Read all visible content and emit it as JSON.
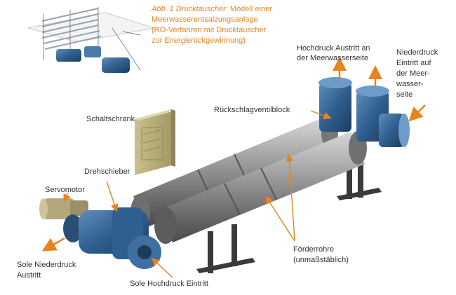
{
  "caption": {
    "title": "Abb. 1 Drucktauscher:",
    "lines": [
      "Modell einer",
      "Meerwasserentsalzungsanlage",
      "(RO-Verfahren mit Drucktauscher",
      "zur Energierückgewinnung)"
    ]
  },
  "labels": {
    "hochdruck_austritt": [
      "Hochdruck Austritt an",
      "der Meerwasserseite"
    ],
    "niederdruck_eintritt": [
      "Niederdruck",
      "Eintritt auf",
      "der Meer-",
      "wasser-",
      "seite"
    ],
    "rueckschlagventilblock": "Rückschlagventilblock",
    "schaltschrank": "Schaltschrank",
    "drehschieber": "Drehschieber",
    "servomotor": "Servomotor",
    "sole_niederdruck": [
      "Sole Niederdruck",
      "Austritt"
    ],
    "foerderrohre": [
      "Förderrohre",
      "(unmaßstäblich)"
    ],
    "sole_hochdruck": "Sole Hochdruck Eintritt"
  },
  "colors": {
    "accent": "#e8831e",
    "text": "#333333",
    "pipe": "#8c8c8c",
    "valve_blue": "#2f5f8f"
  }
}
